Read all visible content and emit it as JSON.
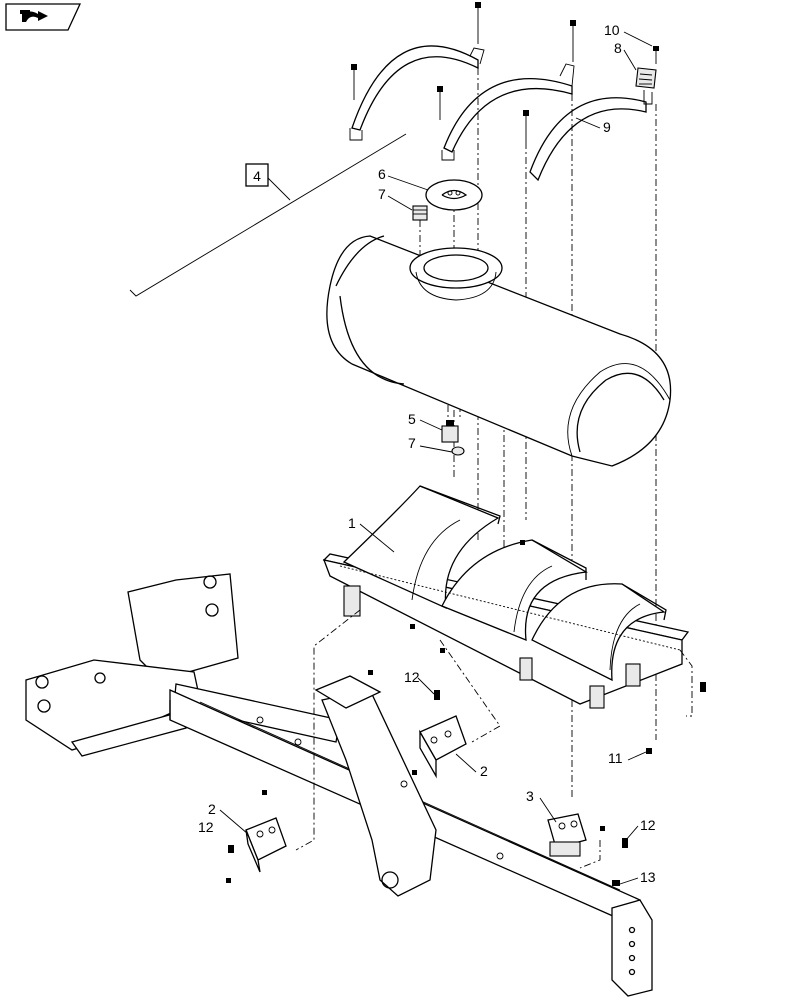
{
  "nav": {
    "icon": "next-page-arrow-icon"
  },
  "callouts": {
    "c1": "1",
    "c2a": "2",
    "c2b": "2",
    "c3": "3",
    "c4": "4",
    "c5": "5",
    "c6": "6",
    "c7a": "7",
    "c7b": "7",
    "c8": "8",
    "c9": "9",
    "c10": "10",
    "c11": "11",
    "c12a": "12",
    "c12b": "12",
    "c12c": "12",
    "c13": "13"
  }
}
